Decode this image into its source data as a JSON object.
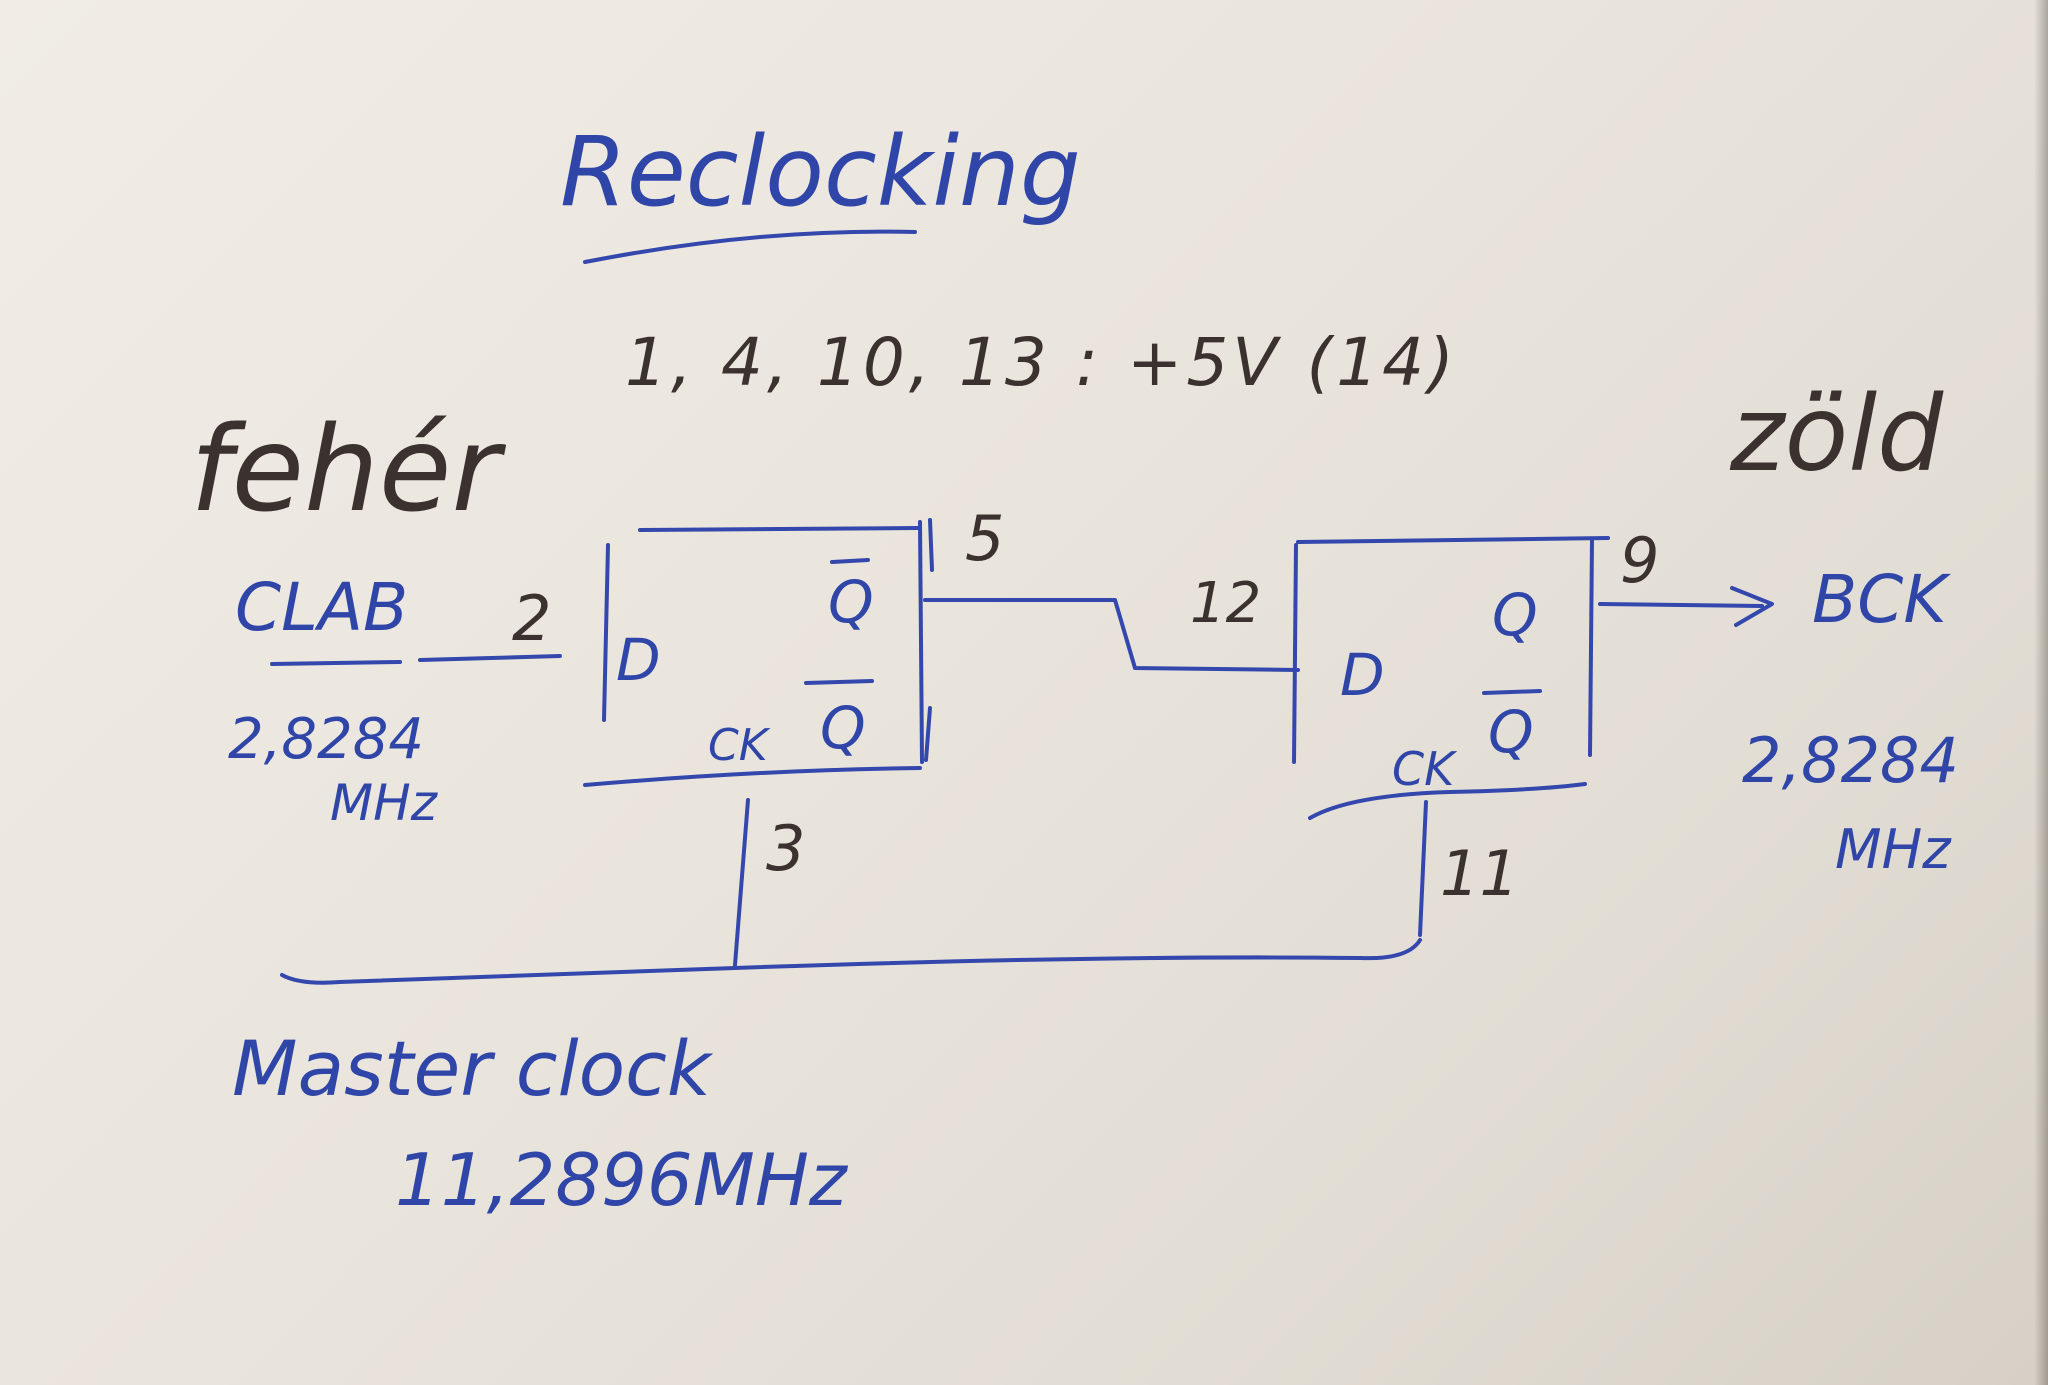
{
  "title": "Reclocking",
  "power_note": "1, 4, 10, 13 : +5V (14)",
  "labels": {
    "left_wire_color": "fehér",
    "right_wire_color": "zöld",
    "input_signal": "CLAB",
    "input_freq": "2,8284",
    "input_unit": "MHz",
    "output_signal": "BCK",
    "output_freq": "2,8284",
    "output_unit": "MHz",
    "master_clock": "Master clock",
    "master_freq": "11,2896MHz"
  },
  "flipflop1": {
    "d": "D",
    "q": "Q",
    "qbar": "Q",
    "ck": "CK",
    "pin_d": "2",
    "pin_q": "5",
    "pin_ck": "3"
  },
  "flipflop2": {
    "d": "D",
    "q": "Q",
    "qbar": "Q",
    "ck": "CK",
    "pin_d": "12",
    "pin_q": "9",
    "pin_ck": "11"
  },
  "colors": {
    "blue_ink": "#2f46a8",
    "dark_ink": "#3b3230",
    "paper": "#ece7df"
  }
}
